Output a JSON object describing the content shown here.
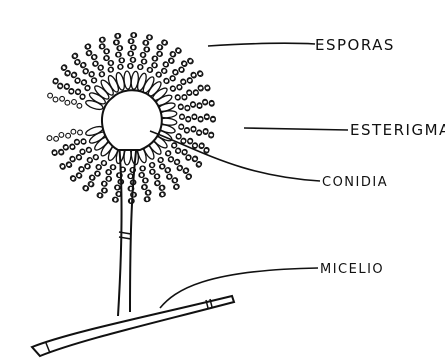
{
  "labels": {
    "esporas": "ESPORAS",
    "esterigma": "ESTERIGMA",
    "conidia": "CONIDIA",
    "micelio": "MICELIO"
  },
  "colors": {
    "ink": "#111111",
    "background": "#ffffff"
  }
}
